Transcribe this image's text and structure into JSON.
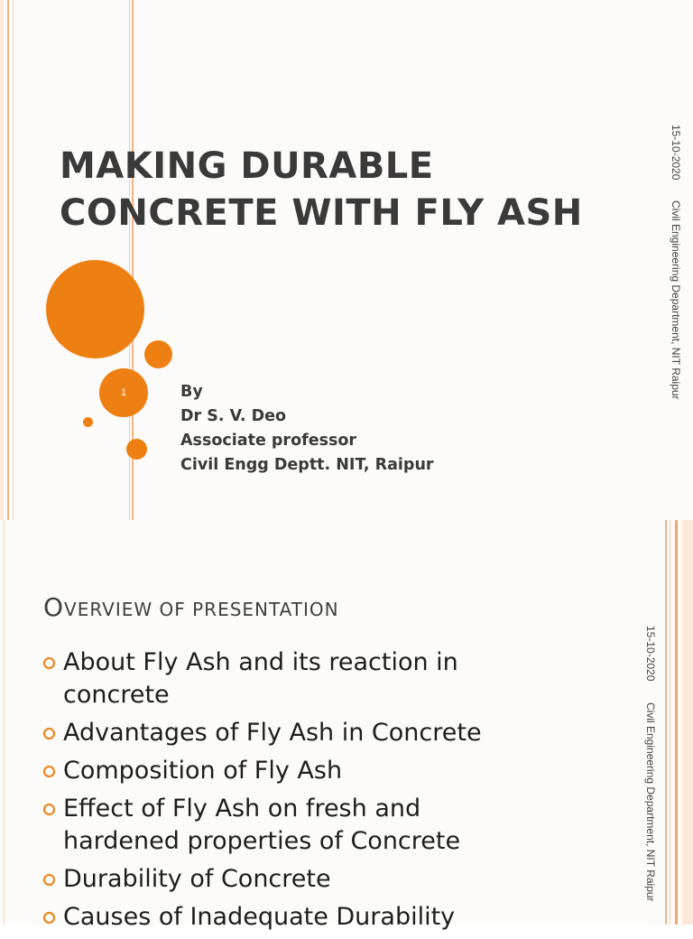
{
  "slide1": {
    "title_line1": "MAKING DURABLE",
    "title_line2": "CONCRETE WITH FLY ASH",
    "slide_number": "1",
    "author": [
      "By",
      "Dr S. V. Deo",
      "Associate professor",
      "Civil Engg Deptt. NIT, Raipur"
    ],
    "footer_date": "15-10-2020",
    "footer_dept": "Civil Engineering Department, NIT Raipur"
  },
  "slide2": {
    "heading": "Overview of Presentation",
    "bullets": [
      [
        "About Fly Ash and its reaction in",
        "concrete"
      ],
      [
        "Advantages of Fly Ash in Concrete"
      ],
      [
        "Composition of Fly Ash"
      ],
      [
        "Effect of Fly Ash on fresh and",
        "hardened properties of Concrete"
      ],
      [
        "Durability of Concrete"
      ],
      [
        "Causes of Inadequate Durability"
      ]
    ],
    "footer_date": "15-10-2020",
    "footer_dept": "Civil Engineering Department, NIT Raipur"
  },
  "colors": {
    "accent": "#ee7f12",
    "stripe_light": "#f6c8a4",
    "text_dark": "#3a3a3a"
  }
}
